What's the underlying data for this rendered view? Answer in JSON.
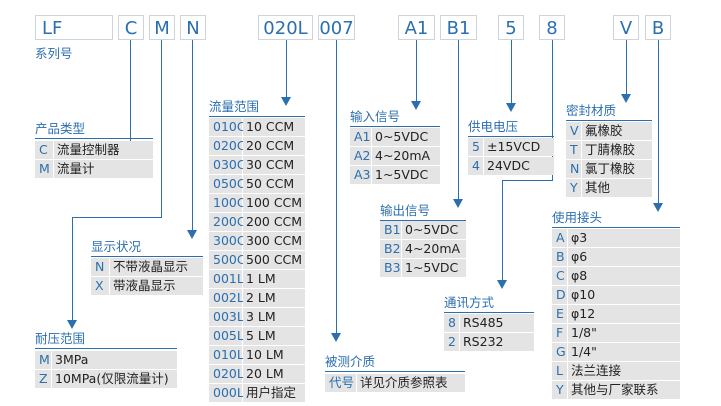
{
  "codes": {
    "c0": "LF",
    "c1": "C",
    "c2": "M",
    "c3": "N",
    "c4": "020L",
    "c5": "007",
    "c6": "A1",
    "c7": "B1",
    "c8": "5",
    "c9": "8",
    "c10": "V",
    "c11": "B"
  },
  "series": {
    "label": "系列号"
  },
  "product": {
    "title": "产品类型",
    "rows": [
      {
        "k": "C",
        "v": "流量控制器"
      },
      {
        "k": "M",
        "v": "流量计"
      }
    ]
  },
  "display": {
    "title": "显示状况",
    "rows": [
      {
        "k": "N",
        "v": "不带液晶显示"
      },
      {
        "k": "X",
        "v": "带液晶显示"
      }
    ]
  },
  "pressure": {
    "title": "耐压范围",
    "rows": [
      {
        "k": "M",
        "v": "3MPa"
      },
      {
        "k": "Z",
        "v": "10MPa(仅限流量计)"
      }
    ]
  },
  "flow": {
    "title": "流量范围",
    "rows": [
      {
        "k": "010C",
        "v": "10 CCM"
      },
      {
        "k": "020C",
        "v": "20 CCM"
      },
      {
        "k": "030C",
        "v": "30 CCM"
      },
      {
        "k": "050C",
        "v": "50 CCM"
      },
      {
        "k": "100C",
        "v": "100 CCM"
      },
      {
        "k": "200C",
        "v": "200 CCM"
      },
      {
        "k": "300C",
        "v": "300 CCM"
      },
      {
        "k": "500C",
        "v": "500 CCM"
      },
      {
        "k": "001L",
        "v": "1 LM"
      },
      {
        "k": "002L",
        "v": "2 LM"
      },
      {
        "k": "003L",
        "v": "3 LM"
      },
      {
        "k": "005L",
        "v": "5 LM"
      },
      {
        "k": "010L",
        "v": "10 LM"
      },
      {
        "k": "020L",
        "v": "20 LM"
      },
      {
        "k": "000L",
        "v": "用户指定"
      }
    ]
  },
  "medium": {
    "title": "被测介质",
    "rows": [
      {
        "k": "代号",
        "v": "详见介质参照表"
      }
    ]
  },
  "input": {
    "title": "输入信号",
    "rows": [
      {
        "k": "A1",
        "v": "0~5VDC"
      },
      {
        "k": "A2",
        "v": "4~20mA"
      },
      {
        "k": "A3",
        "v": "1~5VDC"
      }
    ]
  },
  "output": {
    "title": "输出信号",
    "rows": [
      {
        "k": "B1",
        "v": "0~5VDC"
      },
      {
        "k": "B2",
        "v": "4~20mA"
      },
      {
        "k": "B3",
        "v": "1~5VDC"
      }
    ]
  },
  "power": {
    "title": "供电电压",
    "rows": [
      {
        "k": "5",
        "v": "±15VCD"
      },
      {
        "k": "4",
        "v": "24VDC"
      }
    ]
  },
  "comm": {
    "title": "通讯方式",
    "rows": [
      {
        "k": "8",
        "v": "RS485"
      },
      {
        "k": "2",
        "v": "RS232"
      }
    ]
  },
  "seal": {
    "title": "密封材质",
    "rows": [
      {
        "k": "V",
        "v": "氟橡胶"
      },
      {
        "k": "T",
        "v": "丁腈橡胶"
      },
      {
        "k": "N",
        "v": "氯丁橡胶"
      },
      {
        "k": "Y",
        "v": "其他"
      }
    ]
  },
  "fitting": {
    "title": "使用接头",
    "rows": [
      {
        "k": "A",
        "v": "φ3"
      },
      {
        "k": "B",
        "v": "φ6"
      },
      {
        "k": "C",
        "v": "φ8"
      },
      {
        "k": "D",
        "v": "φ10"
      },
      {
        "k": "E",
        "v": "φ12"
      },
      {
        "k": "F",
        "v": "1/8\""
      },
      {
        "k": "G",
        "v": "1/4\""
      },
      {
        "k": "L",
        "v": "法兰连接"
      },
      {
        "k": "Y",
        "v": "其他与厂家联系"
      }
    ]
  },
  "colors": {
    "accent": "#2b6fae",
    "cell": "#e4e4e4",
    "border": "#cdd4dc"
  }
}
